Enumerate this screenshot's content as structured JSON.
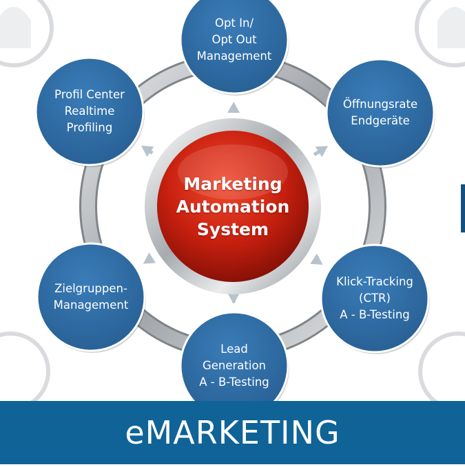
{
  "diagram": {
    "center": {
      "lines": [
        "Marketing",
        "Automation",
        "System"
      ]
    },
    "nodes": [
      {
        "id": "opt-in",
        "lines": [
          "Opt In/",
          "Opt Out",
          "Management"
        ]
      },
      {
        "id": "oeffnungsrate",
        "lines": [
          "Öffnungsrate",
          "Endgeräte"
        ]
      },
      {
        "id": "klick-tracking",
        "lines": [
          "Klick-Tracking",
          "(CTR)",
          "A - B-Testing"
        ]
      },
      {
        "id": "lead-generation",
        "lines": [
          "Lead",
          "Generation",
          "A - B-Testing"
        ]
      },
      {
        "id": "zielgruppen",
        "lines": [
          "Zielgruppen-",
          "Management"
        ]
      },
      {
        "id": "profil-center",
        "lines": [
          "Profil Center",
          "Realtime",
          "Profiling"
        ]
      }
    ]
  },
  "banner": {
    "title": "eMARKETING"
  },
  "colors": {
    "node_blue": "#2f6fa8",
    "center_red": "#c8200f",
    "banner_blue": "#0f6397",
    "ring_gray": "#b9bcc0",
    "arrow_gray": "#b7c3cc"
  },
  "icons": {
    "arrow": "arrow-outward-icon",
    "background": "person-silhouette-icon"
  }
}
